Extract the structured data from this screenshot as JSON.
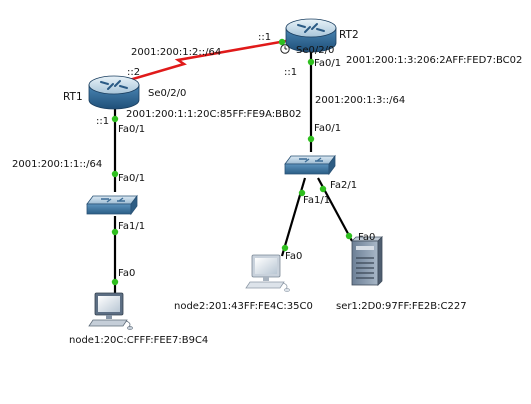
{
  "colors": {
    "serial_link": "#e01a1a",
    "ethernet_link": "#000000",
    "link_up": "#2fbf1f",
    "router_body": "#3d78a8",
    "switch_body": "#5a8fb8"
  },
  "devices": {
    "rt1": {
      "name": "RT1",
      "icon": "router-icon"
    },
    "rt2": {
      "name": "RT2",
      "icon": "router-icon"
    },
    "switch_left": {
      "icon": "switch-icon"
    },
    "switch_right": {
      "icon": "switch-icon"
    },
    "node1": {
      "name": "node1:20C:CFFF:FEE7:B9C4",
      "icon": "pc-icon"
    },
    "node2": {
      "name": "node2:201:43FF:FE4C:35C0",
      "icon": "pc-icon"
    },
    "ser1": {
      "name": "ser1:2D0:97FF:FE2B:C227",
      "icon": "server-icon"
    }
  },
  "serial_network": {
    "prefix": "2001:200:1:2::/64",
    "rt1_suffix": "::2",
    "rt2_suffix": "::1",
    "rt1_port": "Se0/2/0",
    "rt2_port": "Se0/2/0",
    "clock_icon": "clock-icon"
  },
  "rt1_interfaces": {
    "fa0_1_addr": "2001:200:1:1:20C:85FF:FE9A:BB02",
    "fa0_1_suffix": "::1",
    "fa0_1_port": "Fa0/1"
  },
  "rt2_interfaces": {
    "se_addr": "2001:200:1:3:206:2AFF:FED7:BC02",
    "fa0_1_suffix": "::1",
    "fa0_1_port": "Fa0/1"
  },
  "left_network": {
    "prefix": "2001:200:1:1::/64",
    "switch_uplink_port": "Fa0/1",
    "switch_down_port": "Fa1/1",
    "node1_port": "Fa0"
  },
  "right_network": {
    "prefix": "2001:200:1:3::/64",
    "switch_uplink_port": "Fa0/1",
    "switch_port_node2": "Fa1/1",
    "switch_port_ser1": "Fa2/1",
    "node2_port": "Fa0",
    "ser1_port": "Fa0"
  }
}
